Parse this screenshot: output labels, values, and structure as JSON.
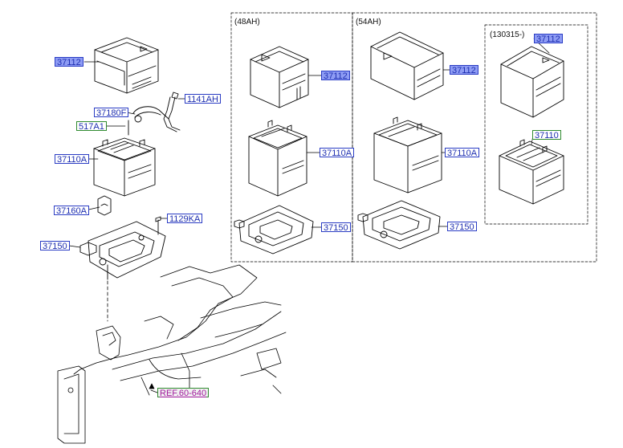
{
  "panels": {
    "p48": {
      "caption": "(48AH)"
    },
    "p54": {
      "caption": "(54AH)"
    },
    "p130315": {
      "caption": "(130315-)"
    }
  },
  "labels": {
    "main_tray": "37112",
    "main_bolt": "1141AH",
    "main_bracket_f": "37180F",
    "main_517": "517A1",
    "main_battery": "37110A",
    "main_clamp": "37160A",
    "main_bolt2": "1129KA",
    "main_base": "37150",
    "ref": "REF.60-640",
    "p48_tray": "37112",
    "p48_battery": "37110A",
    "p48_base": "37150",
    "p54_tray": "37112",
    "p54_battery": "37110A",
    "p54_base": "37150",
    "p130_tray": "37112",
    "p130_battery": "37110"
  },
  "colors": {
    "label_border": "#2a3cc4",
    "label_text": "#1e2fb0",
    "label_fill": "#8e9cf4",
    "green_border": "#2f8a2f",
    "ref_text": "#a0189c"
  }
}
